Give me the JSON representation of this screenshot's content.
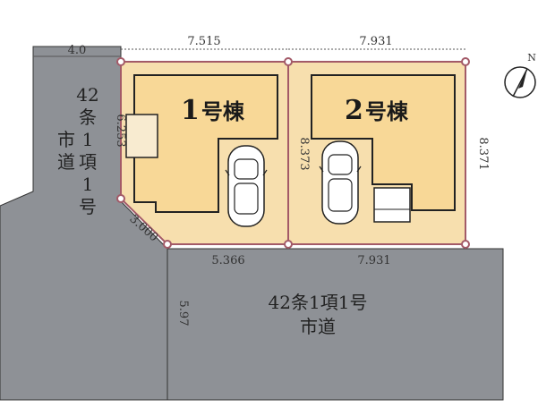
{
  "site_plan": {
    "buildings": [
      {
        "number": "1",
        "suffix": "号棟"
      },
      {
        "number": "2",
        "suffix": "号棟"
      }
    ],
    "roads": {
      "left_road_lines": [
        "42",
        "条",
        "1",
        "項",
        "市",
        "1",
        "道",
        "号"
      ],
      "bottom_road_lines": [
        "42条1項1号",
        "市道"
      ]
    },
    "dimensions": {
      "left_road_width": "4.0",
      "lot1_top": "7.515",
      "lot2_top": "7.931",
      "lot1_left": "6.253",
      "lot1_corner_cut": "3.000",
      "lot1_bottom": "5.366",
      "lot2_bottom": "7.931",
      "lot2_left": "8.373",
      "lot2_right": "8.371",
      "bottom_road_width": "5.97"
    },
    "north_label": "N",
    "colors": {
      "road": "#8e9196",
      "lot_outer": "#f7dfae",
      "building": "#f8d897",
      "boundary": "#a35a68",
      "outline": "#222222"
    }
  }
}
